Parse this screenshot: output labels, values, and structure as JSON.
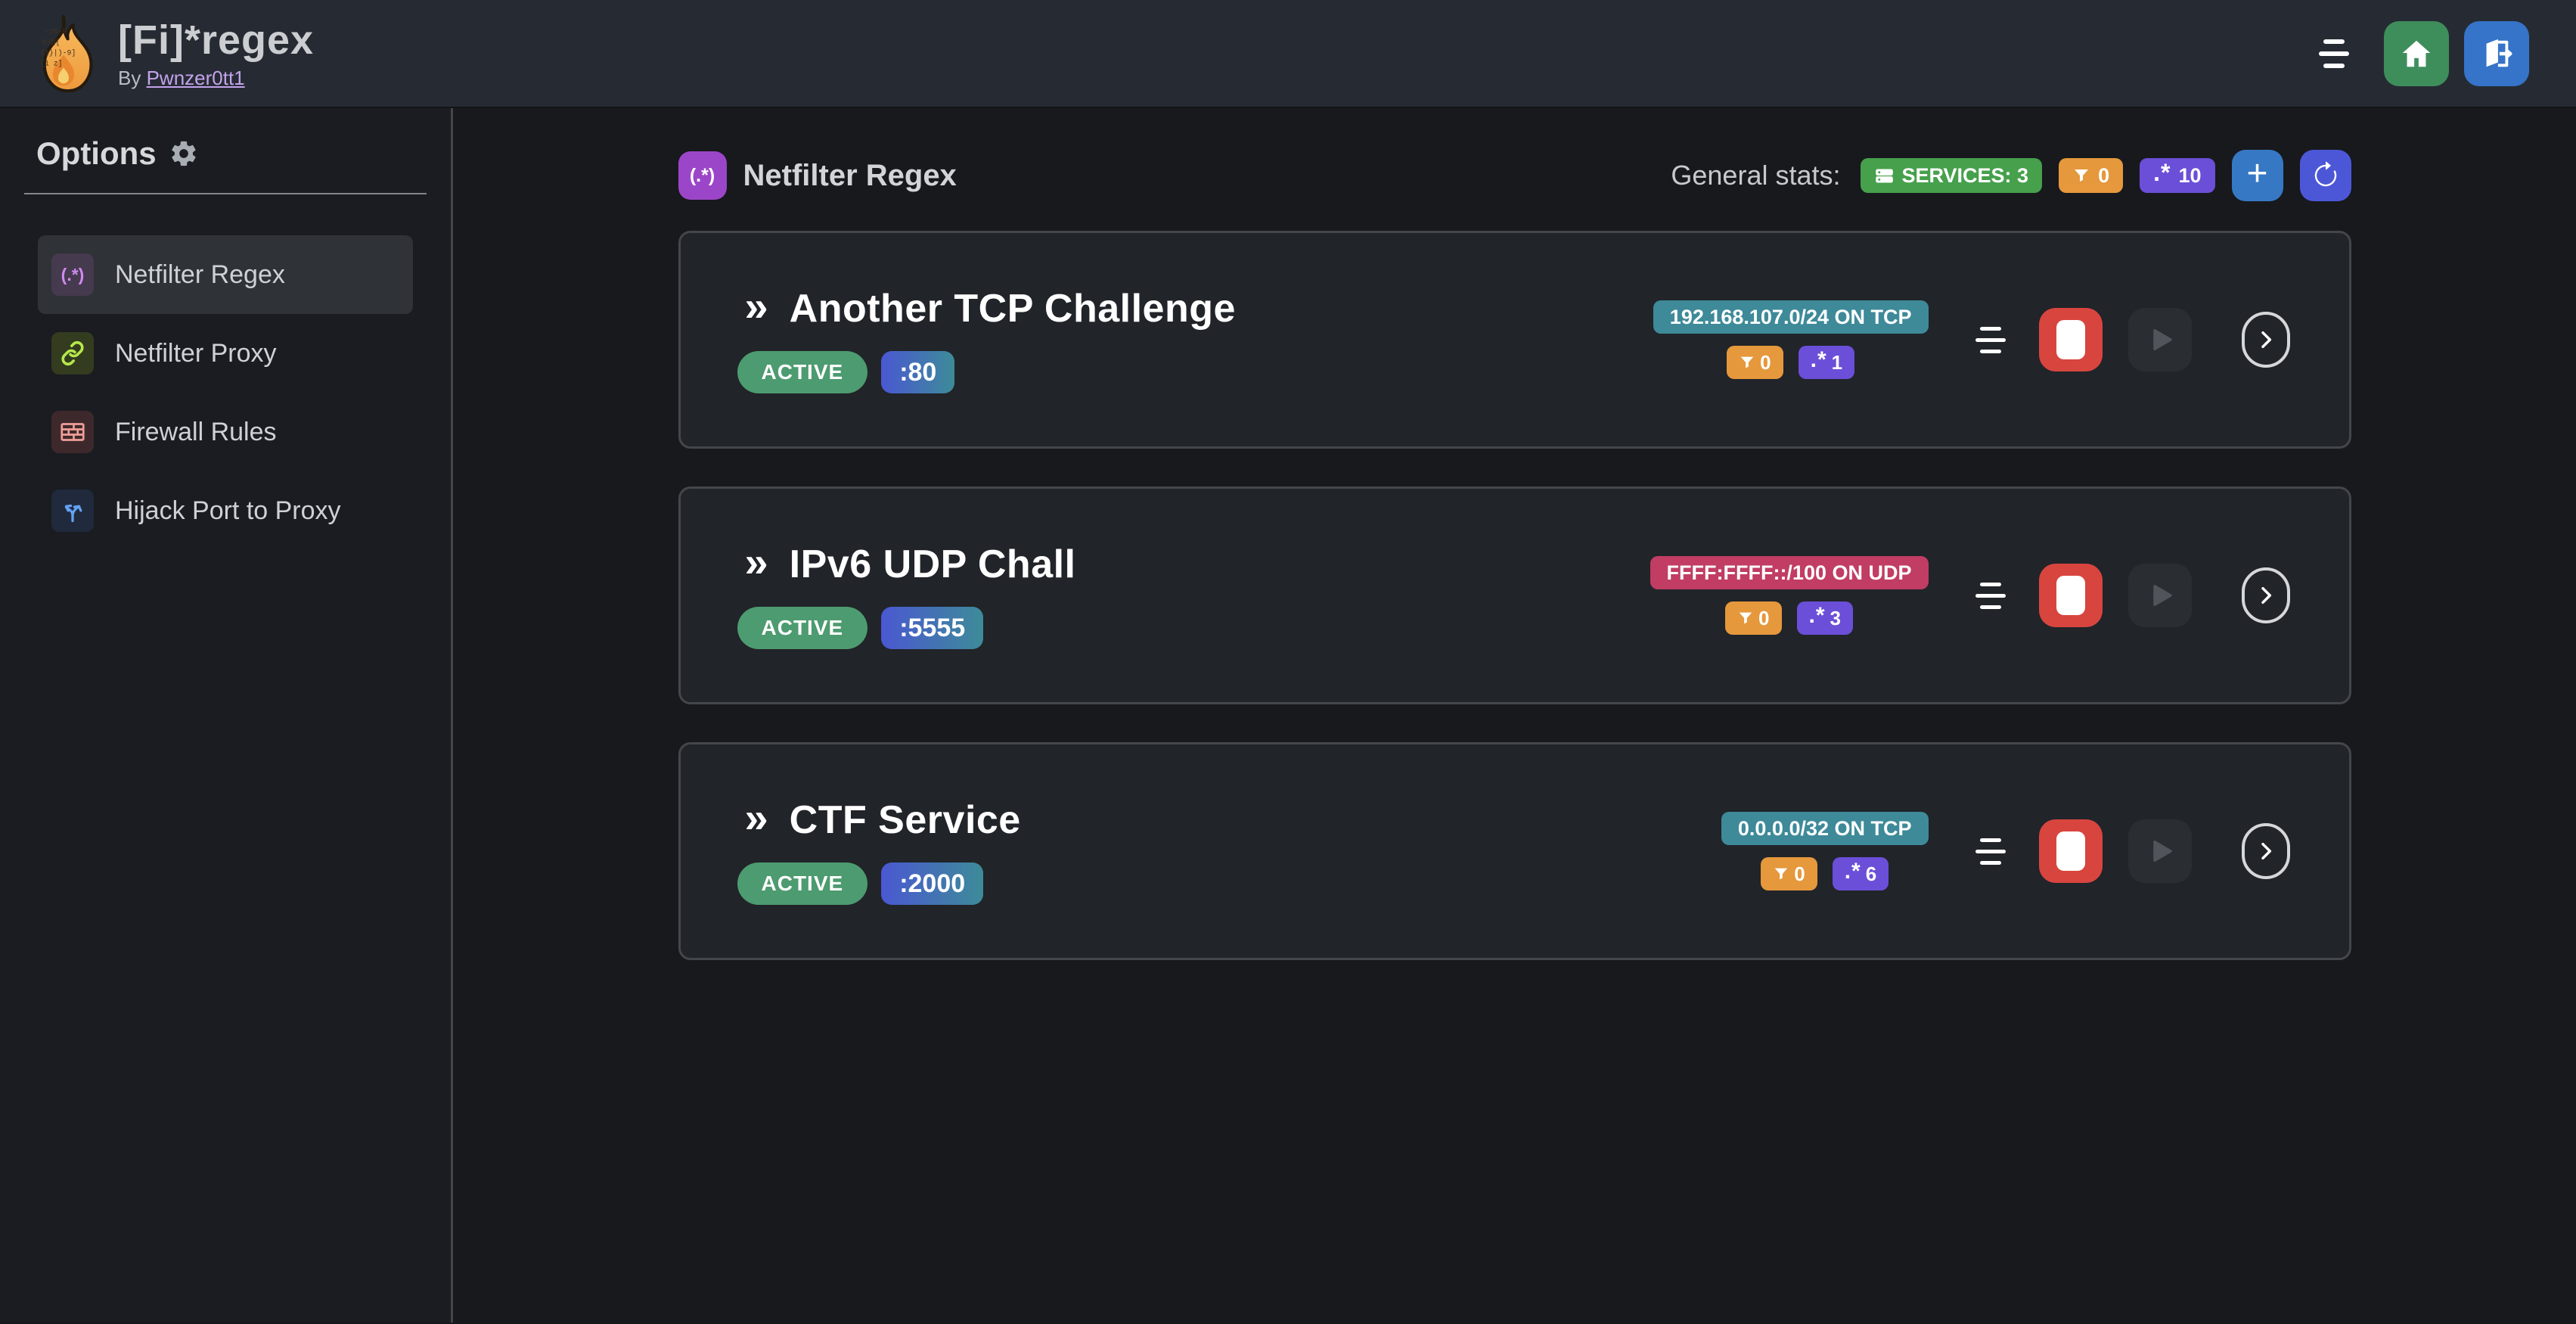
{
  "app": {
    "title": "[Fi]*regex",
    "byline_prefix": "By",
    "byline_link": "Pwnzer0tt1",
    "logo_icon": "flame-regex-logo"
  },
  "header_actions": {
    "menu_icon": "menu-lines-icon",
    "home_icon": "home-icon",
    "logout_icon": "logout-door-icon"
  },
  "sidebar": {
    "title": "Options",
    "title_icon": "gear-icon",
    "items": [
      {
        "label": "Netfilter Regex",
        "icon": "regex-icon",
        "icon_text": "(.*)",
        "active": true
      },
      {
        "label": "Netfilter Proxy",
        "icon": "chain-link-icon",
        "active": false
      },
      {
        "label": "Firewall Rules",
        "icon": "brick-wall-icon",
        "active": false
      },
      {
        "label": "Hijack Port to Proxy",
        "icon": "split-arrows-icon",
        "active": false
      }
    ]
  },
  "main": {
    "section_title": "Netfilter Regex",
    "section_icon_text": "(.*)",
    "stats_label": "General stats:",
    "stats": {
      "services_label": "SERVICES: 3",
      "services_icon": "server-stack-icon",
      "filters_count": "0",
      "filters_icon": "funnel-icon",
      "regex_glyph": ".*",
      "regex_count": "10"
    },
    "services": [
      {
        "name": "Another TCP Challenge",
        "status": "ACTIVE",
        "port": ":80",
        "target": "192.168.107.0/24 ON TCP",
        "target_color": "#3e8a99",
        "filters_count": "0",
        "regex_glyph": ".*",
        "regex_count": "1"
      },
      {
        "name": "IPv6 UDP Chall",
        "status": "ACTIVE",
        "port": ":5555",
        "target": "FFFF:FFFF::/100 ON UDP",
        "target_color": "#c13d63",
        "filters_count": "0",
        "regex_glyph": ".*",
        "regex_count": "3"
      },
      {
        "name": "CTF Service",
        "status": "ACTIVE",
        "port": ":2000",
        "target": "0.0.0.0/32 ON TCP",
        "target_color": "#3e8a99",
        "filters_count": "0",
        "regex_glyph": ".*",
        "regex_count": "6"
      }
    ]
  },
  "colors": {
    "header_bg": "#262b33",
    "sidebar_bg": "#1a1c21",
    "page_bg": "#17191d",
    "card_bg": "#212429",
    "card_border": "#43464b",
    "accent_purple": "#9b46c8",
    "badge_green": "#46a04c",
    "badge_orange": "#e5983c",
    "badge_purple": "#6b4fd8",
    "active_green": "#4d9b70",
    "port_gradient_start": "#4a58d2",
    "port_gradient_end": "#3d8b98",
    "target_teal": "#3e8a99",
    "target_crimson": "#c13d63",
    "stop_red": "#d8453f",
    "home_green": "#3e8e5c",
    "logout_blue": "#3574c8",
    "add_blue": "#3778c5",
    "refresh_indigo": "#4c57d8"
  }
}
